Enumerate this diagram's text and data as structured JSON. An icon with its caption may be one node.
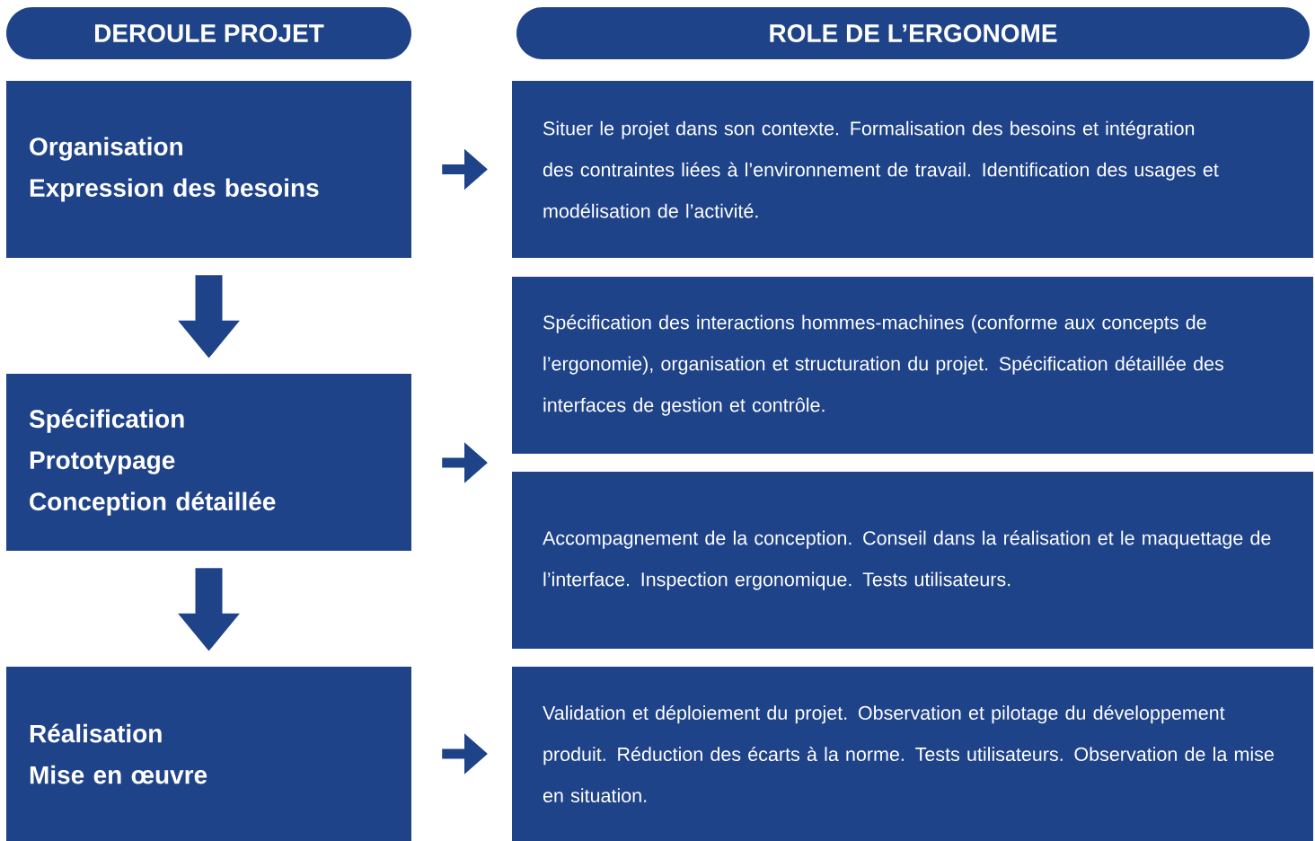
{
  "diagram": {
    "nodes": [
      {
        "text": [
          "DEROULE PROJET"
        ]
      },
      {
        "text": [
          "ROLE DE L’ERGONOME"
        ]
      },
      {
        "text": [
          "Organisation",
          "Expression des besoins"
        ]
      },
      {
        "text": [
          "Situer le projet dans son contexte. Formalisation des besoins et intégration des contraintes liées à l’environnement de travail. Identification des usages et modélisation de l’activité."
        ]
      },
      {
        "text": [
          "Spécification",
          "Prototypage",
          "Conception détaillée"
        ]
      },
      {
        "text": [
          "Spécification des interactions hommes-machines (conforme aux concepts de l’ergonomie), organisation et structuration du projet. Spécification détaillée des interfaces de gestion et contrôle."
        ]
      },
      {
        "text": [
          "Accompagnement de la conception. Conseil dans la réalisation et le maquettage de l’interface. Inspection ergonomique. Tests utilisateurs."
        ]
      },
      {
        "text": [
          "Réalisation",
          "Mise en œuvre"
        ]
      },
      {
        "text": [
          "Validation et déploiement du projet. Observation et pilotage du développement produit. Réduction des écarts à la norme. Tests utilisateurs. Observation de la mise en situation."
        ]
      }
    ],
    "edges": [
      {
        "from": 2,
        "to": 4,
        "arrow": "to",
        "style": "thick"
      },
      {
        "from": 4,
        "to": 7,
        "arrow": "to",
        "style": "thick"
      },
      {
        "from": 2,
        "to": 3,
        "arrow": "to"
      },
      {
        "from": 4,
        "to": 5,
        "arrow": "to"
      },
      {
        "from": 4,
        "to": 6,
        "arrow": "to"
      },
      {
        "from": 7,
        "to": 8,
        "arrow": "to"
      }
    ]
  }
}
